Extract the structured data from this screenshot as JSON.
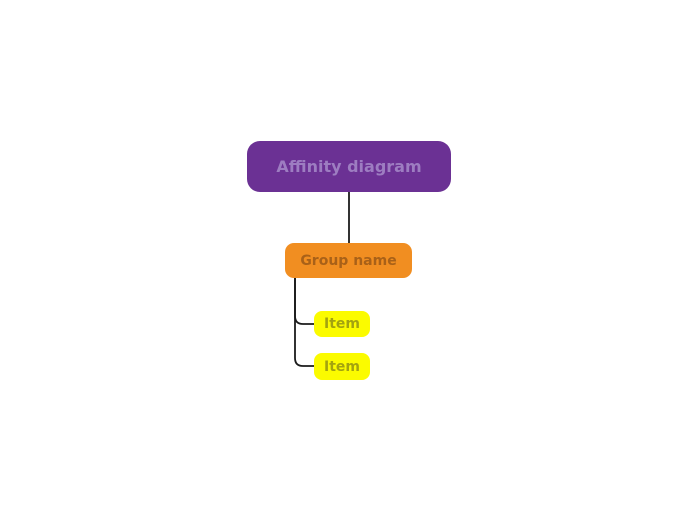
{
  "canvas": {
    "type": "mindmap-affinity-diagram",
    "background": "#ffffff"
  },
  "colors": {
    "canvas-bg": "#ffffff",
    "root-fill": "#6b3194",
    "root-text": "#9d7dc1",
    "group-fill": "#f18e21",
    "group-text": "#a96118",
    "item-fill": "#fbfb00",
    "item-text": "#a3a30f",
    "connector": "#1b1b1b"
  },
  "nodes": {
    "root": {
      "label": "Affinity diagram",
      "fill": "#6b3194",
      "text_color": "#9d7dc1"
    },
    "group": {
      "label": "Group name",
      "fill": "#f18e21",
      "text_color": "#a96118"
    },
    "items": [
      {
        "label": "Item",
        "fill": "#fbfb00",
        "text_color": "#a3a30f"
      },
      {
        "label": "Item",
        "fill": "#fbfb00",
        "text_color": "#a3a30f"
      }
    ]
  }
}
